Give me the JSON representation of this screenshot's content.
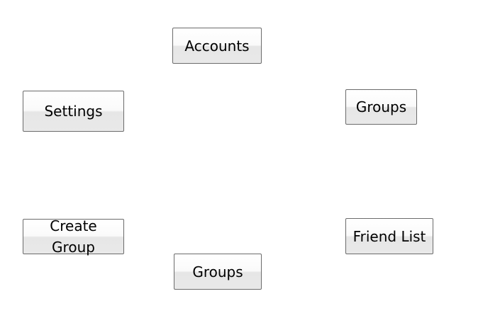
{
  "buttons": {
    "accounts": "Accounts",
    "settings": "Settings",
    "groups_right": "Groups",
    "create_group_line1": "Create",
    "create_group_line2": "Group",
    "friend_list": "Friend List",
    "groups_bottom": "Groups"
  }
}
